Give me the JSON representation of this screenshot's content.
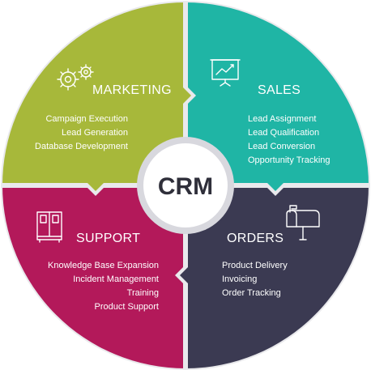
{
  "center": {
    "label": "CRM"
  },
  "quadrants": {
    "marketing": {
      "title": "MARKETING",
      "icon": "gears-icon",
      "color": "#a7b83a",
      "items": [
        "Campaign Execution",
        "Lead Generation",
        "Database Development"
      ]
    },
    "sales": {
      "title": "SALES",
      "icon": "presentation-chart-icon",
      "color": "#1fb5a5",
      "items": [
        "Lead Assignment",
        "Lead Qualification",
        "Lead Conversion",
        "Opportunity Tracking"
      ]
    },
    "support": {
      "title": "SUPPORT",
      "icon": "cabinet-icon",
      "color": "#b3195a",
      "items": [
        "Knowledge Base Expansion",
        "Incident Management",
        "Training",
        "Product Support"
      ]
    },
    "orders": {
      "title": "ORDERS",
      "icon": "mailbox-icon",
      "color": "#3b3a52",
      "items": [
        "Product Delivery",
        "Invoicing",
        "Order Tracking"
      ]
    }
  }
}
